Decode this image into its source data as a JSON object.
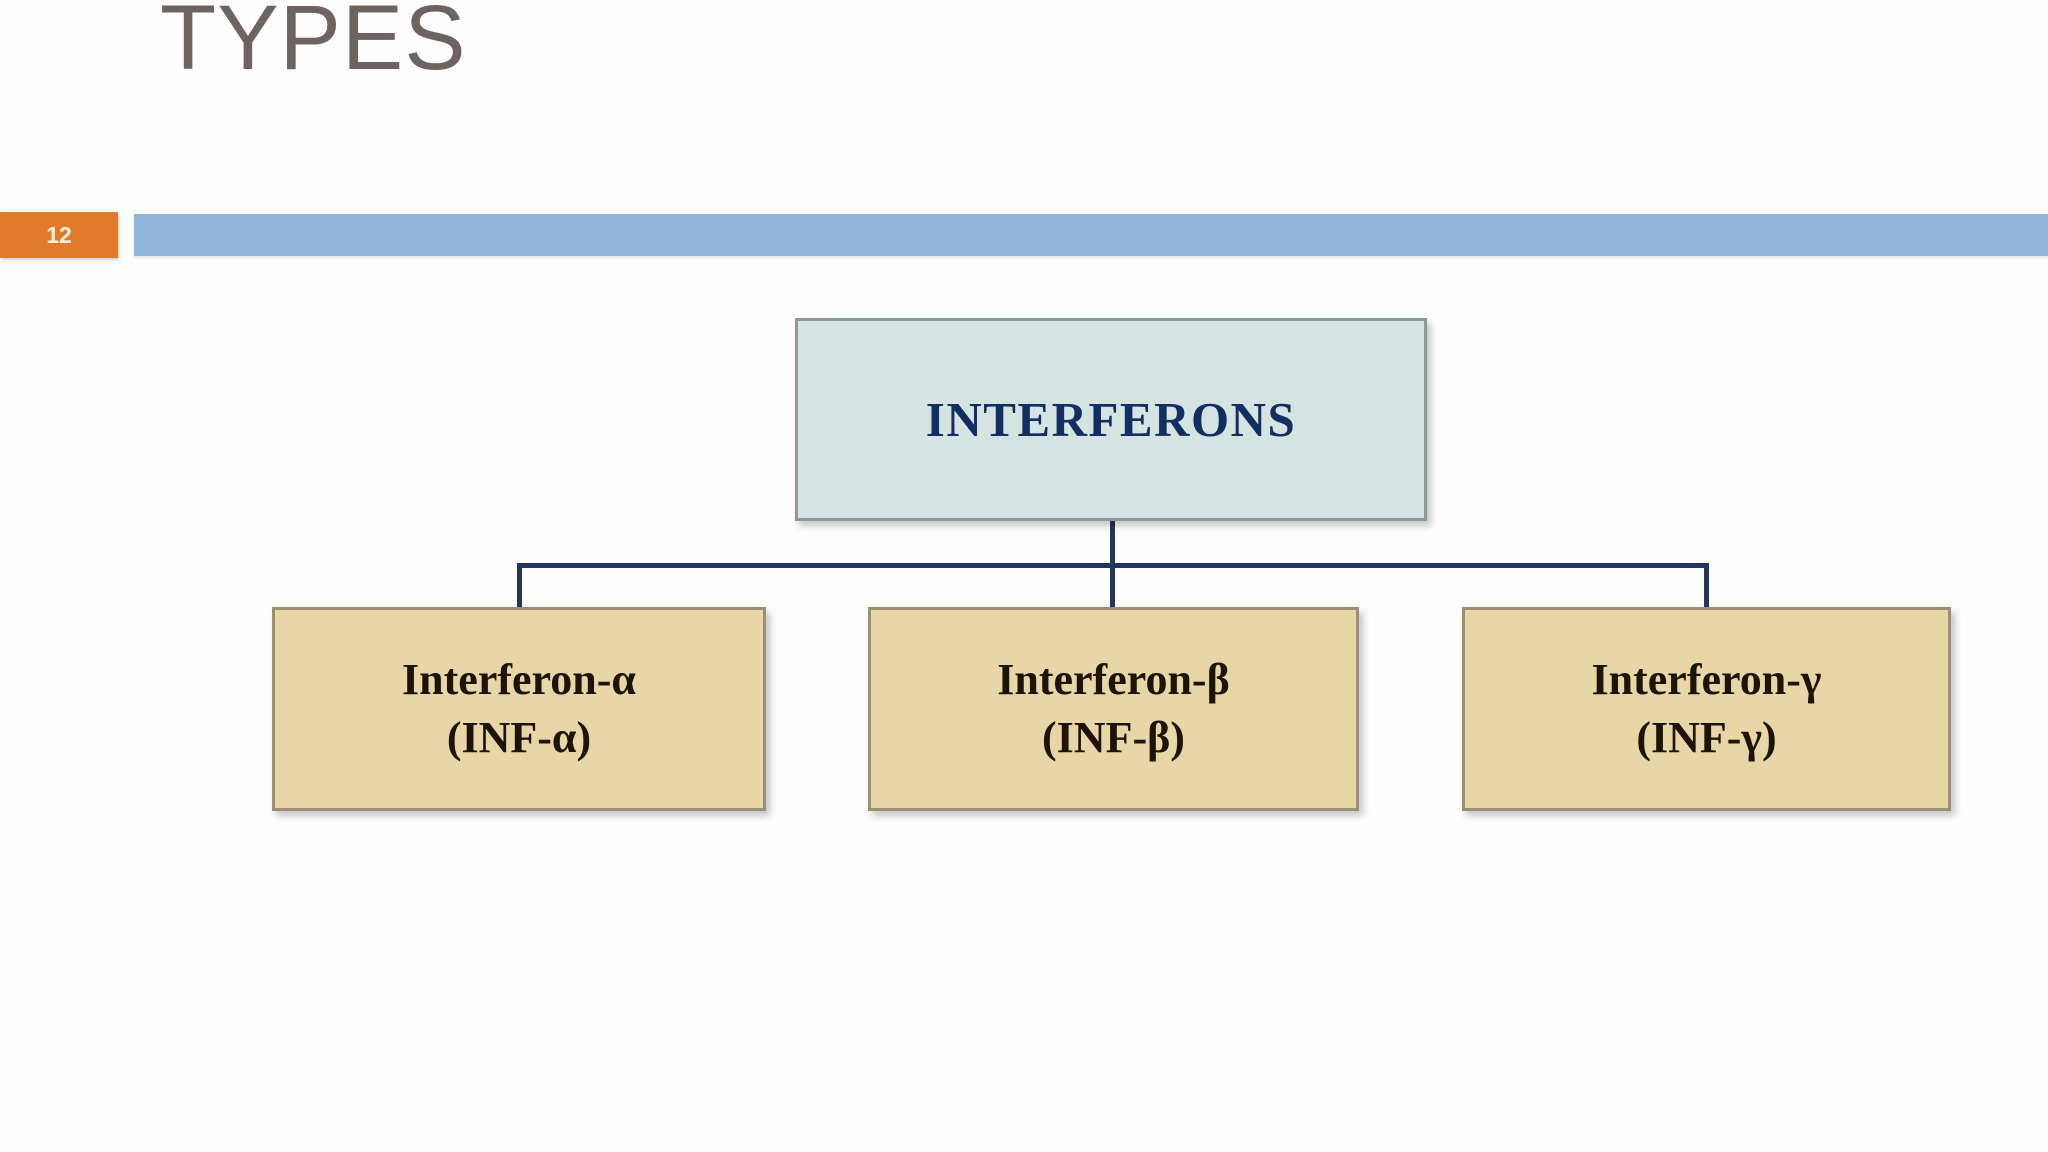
{
  "slide": {
    "title": "TYPES",
    "number": "12",
    "colors": {
      "title_text": "#6d645f",
      "badge_bg": "#e07b2a",
      "divider_bar": "#8fb3d9",
      "root_node_bg": "#d6e4e1",
      "root_node_text": "#132e63",
      "child_node_bg": "#e8d6a7",
      "child_node_text": "#1c1408",
      "connector": "#23355e"
    }
  },
  "diagram": {
    "type": "hierarchy",
    "root": {
      "label": "INTERFERONS"
    },
    "children": [
      {
        "name_line": "Interferon-α",
        "abbrev_line": "(INF-α)"
      },
      {
        "name_line": "Interferon-β",
        "abbrev_line": "(INF-β)"
      },
      {
        "name_line": "Interferon-γ",
        "abbrev_line": "(INF-γ)"
      }
    ]
  }
}
